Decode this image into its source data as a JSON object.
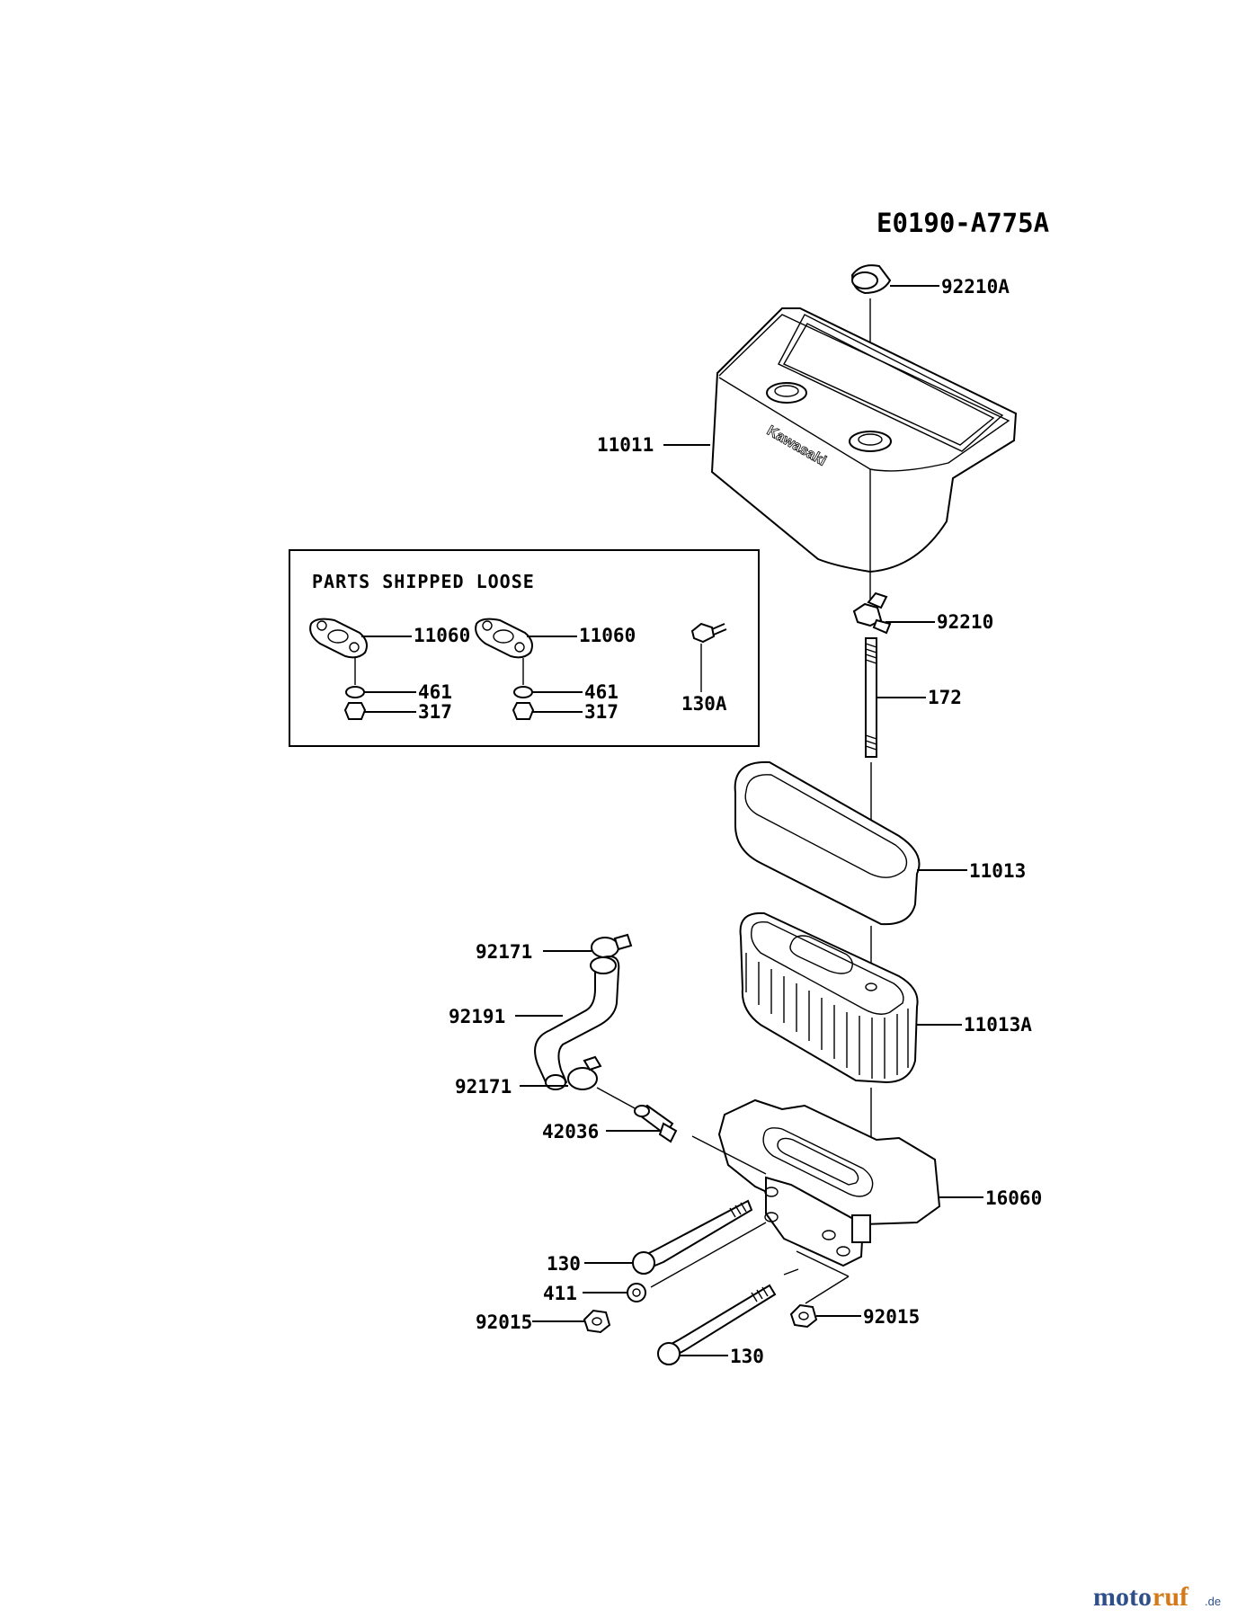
{
  "diagram": {
    "code": "E0190-A775A",
    "loose_box_title": "PARTS SHIPPED LOOSE",
    "brand_text": "Kawasaki",
    "watermark": {
      "main": "moto",
      "accent": "ruf",
      "suffix": ".de"
    },
    "labels": {
      "p92210A": "92210A",
      "p11011": "11011",
      "p92210": "92210",
      "p172": "172",
      "p11013": "11013",
      "p11013A": "11013A",
      "p16060": "16060",
      "p92171_top": "92171",
      "p92191": "92191",
      "p92171_bot": "92171",
      "p42036": "42036",
      "p130_left": "130",
      "p411": "411",
      "p92015_left": "92015",
      "p92015_right": "92015",
      "p130_bottom": "130",
      "box_11060_a": "11060",
      "box_11060_b": "11060",
      "box_461_a": "461",
      "box_461_b": "461",
      "box_317_a": "317",
      "box_317_b": "317",
      "box_130A": "130A"
    }
  }
}
